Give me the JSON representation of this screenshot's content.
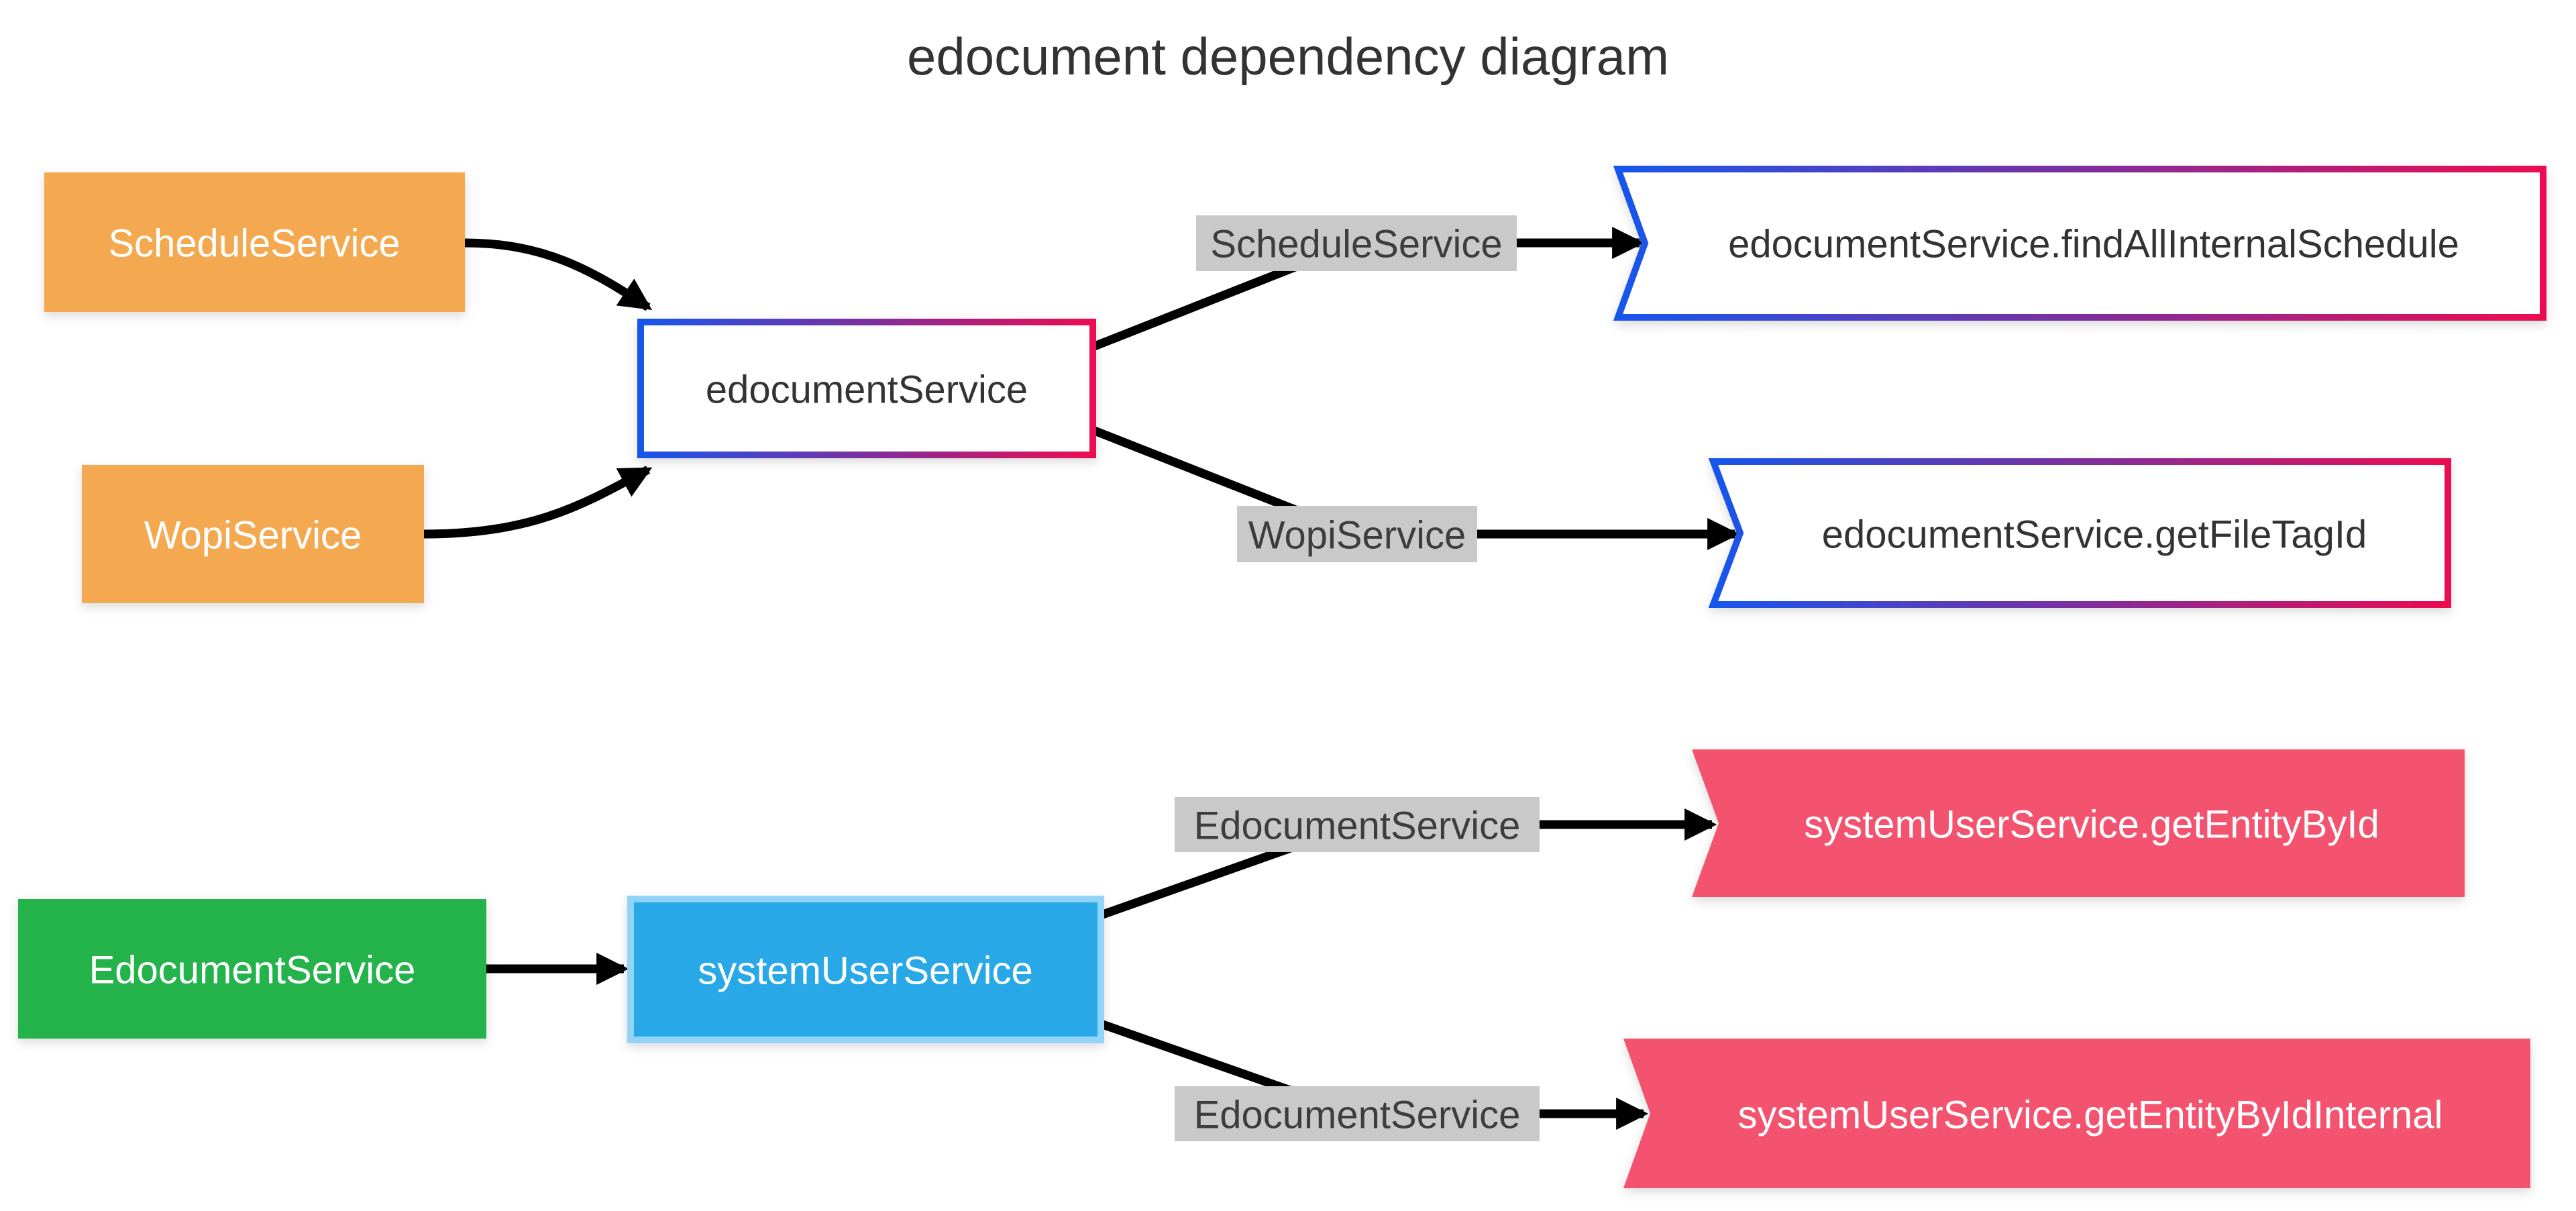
{
  "title": "edocument dependency diagram",
  "nodes": {
    "schedule_service": {
      "label": "ScheduleService"
    },
    "wopi_service": {
      "label": "WopiService"
    },
    "edocument_service": {
      "label": "edocumentService"
    },
    "find_all_internal_schedule": {
      "label": "edocumentService.findAllInternalSchedule"
    },
    "get_file_tag_id": {
      "label": "edocumentService.getFileTagId"
    },
    "edocument_service_caller": {
      "label": "EdocumentService"
    },
    "system_user_service": {
      "label": "systemUserService"
    },
    "get_entity_by_id": {
      "label": "systemUserService.getEntityById"
    },
    "get_entity_by_id_internal": {
      "label": "systemUserService.getEntityByIdInternal"
    }
  },
  "edge_labels": {
    "schedule_service": {
      "label": "ScheduleService"
    },
    "wopi_service": {
      "label": "WopiService"
    },
    "edocument_service_top": {
      "label": "EdocumentService"
    },
    "edocument_service_bottom": {
      "label": "EdocumentService"
    }
  },
  "colors": {
    "background": "#FFFFFF",
    "orange": "#F4A950",
    "green": "#24B34B",
    "blue_fill": "#29A8E8",
    "blue_border": "#92D4F8",
    "pink": "#F4536F",
    "gradient_left": "#1656EC",
    "gradient_mid": "#7D2F9E",
    "gradient_right": "#EC0C51",
    "label_bg": "#C9C9C9",
    "label_text": "#3D3D3D",
    "node_text_dark": "#333333",
    "node_text_light": "#FFFFFF",
    "edge": "#000000",
    "title_text": "#333333"
  }
}
